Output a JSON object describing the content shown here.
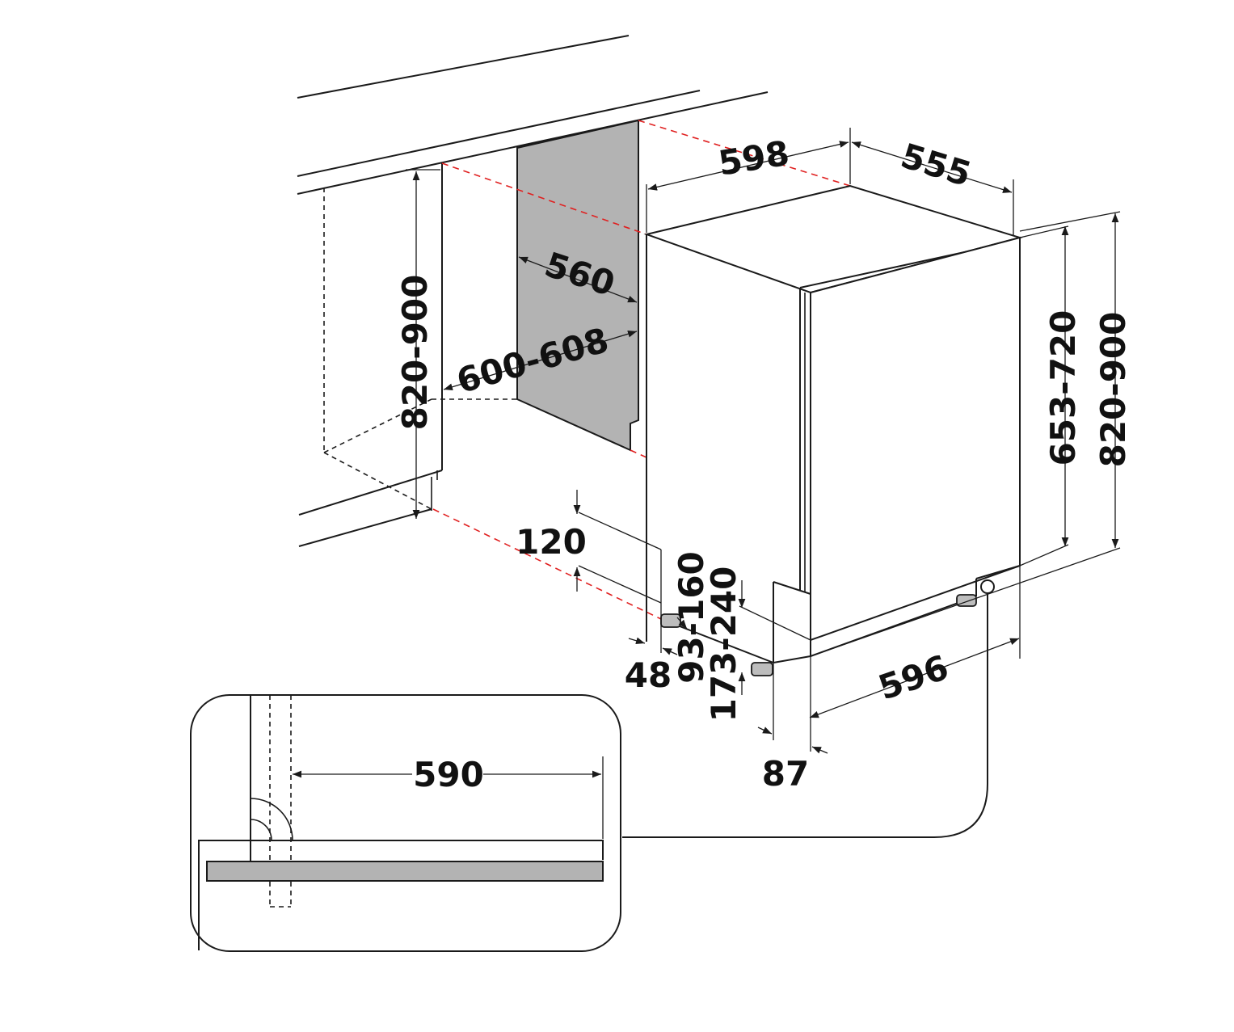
{
  "colors": {
    "line": "#1a1a1a",
    "guide": "#e02020",
    "panel_fill": "#b3b3b3",
    "background": "#ffffff"
  },
  "dimensions": {
    "width_598": "598",
    "depth_555": "555",
    "niche_depth_560": "560",
    "niche_width_600_608": "600-608",
    "niche_height_820_900": "820-900",
    "plinth_120": "120",
    "offset_48": "48",
    "foot_93_160": "93-160",
    "plinth_173_240": "173-240",
    "width_596": "596",
    "offset_87": "87",
    "door_653_720": "653-720",
    "height_820_900": "820-900",
    "detail_590": "590"
  }
}
